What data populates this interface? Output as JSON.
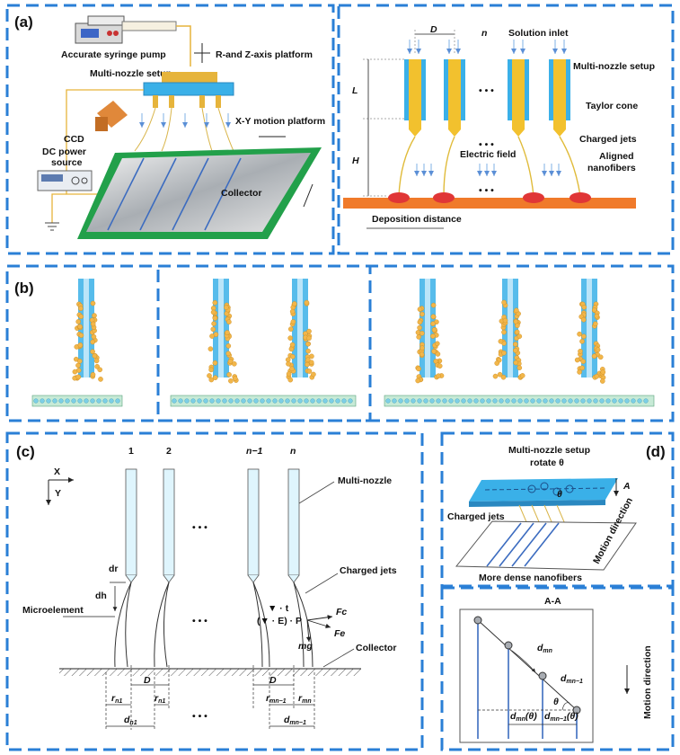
{
  "panel_a": {
    "label": "(a)",
    "pump": "Accurate syringe pump",
    "platform_rz": "R-and Z-axis platform",
    "multi_nozzle": "Multi-nozzle setup",
    "ccd": "CCD",
    "dc_power_1": "DC power",
    "dc_power_2": "source",
    "xy_platform": "X-Y motion platform",
    "collector": "Collector",
    "right": {
      "D": "D",
      "n": "n",
      "solution_inlet": "Solution inlet",
      "multi_nozzle": "Multi-nozzle setup",
      "L": "L",
      "taylor_cone": "Taylor cone",
      "H": "H",
      "charged_jets": "Charged jets",
      "electric_field": "Electric field",
      "aligned_1": "Aligned",
      "aligned_2": "nanofibers",
      "deposition": "Deposition distance",
      "dots": "• • •"
    }
  },
  "panel_b": {
    "label": "(b)"
  },
  "panel_c": {
    "label": "(c)",
    "X": "X",
    "Y": "Y",
    "n1": "1",
    "n2": "2",
    "nm1": "n−1",
    "nn": "n",
    "multi_nozzle": "Multi-nozzle",
    "charged_jets": "Charged jets",
    "dr": "dr",
    "dh": "dh",
    "microelement": "Microelement",
    "force_t": "▼ · t",
    "force_e": "(▼ · E) · P",
    "fc": "Fc",
    "fe": "Fe",
    "mg": "mg",
    "collector": "Collector",
    "D1": "D",
    "D2": "D",
    "rn1a": "r",
    "rn1a_sub": "n1",
    "rn1b": "r",
    "rn1b_sub": "n1",
    "rmn1": "r",
    "rmn1_sub": "mn−1",
    "rmn": "r",
    "rmn_sub": "mn",
    "dn1": "d",
    "dn1_sub": "n1",
    "dmn1": "d",
    "dmn1_sub": "mn−1",
    "dots": "• • •"
  },
  "panel_d": {
    "label": "(d)",
    "title_1": "Multi-nozzle setup",
    "title_2": "rotate θ",
    "A": "A",
    "theta": "θ",
    "charged_jets": "Charged jets",
    "motion_direction": "Motion direction",
    "dense": "More dense nanofibers",
    "section": "A-A",
    "dmn": "d",
    "dmn_sub": "mn",
    "dmn1": "d",
    "dmn1_sub": "mn−1",
    "theta2": "θ",
    "dmn_theta": "d",
    "dmn_theta_sub": "mn",
    "dmn_theta_arg": "(θ)",
    "dmn1_theta": "d",
    "dmn1_theta_sub": "mn−1",
    "dmn1_theta_arg": "(θ)",
    "motion_direction_2": "Motion direction"
  },
  "colors": {
    "frame": "#2a7fd6",
    "nozzle_blue": "#3ab0e8",
    "nozzle_yellow": "#f2c12e",
    "collector_orange": "#f07a2a",
    "collector_green": "#22a04a",
    "fiber_blue": "#3c6cc0",
    "droplet": "#f2b64a"
  }
}
